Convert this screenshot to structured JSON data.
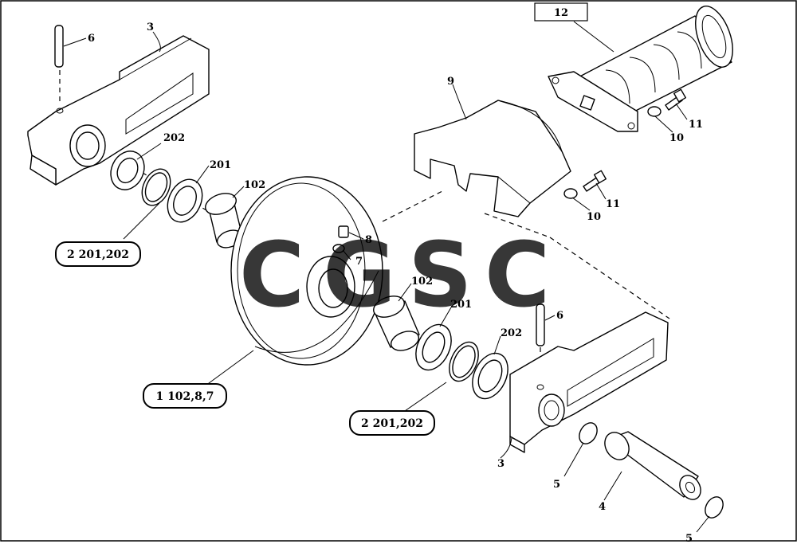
{
  "callouts": {
    "c6_top": "6",
    "c3_top": "3",
    "c202_top": "202",
    "c201_top": "201",
    "c102_top": "102",
    "c9": "9",
    "c12": "12",
    "c11_top": "11",
    "c10_top": "10",
    "c11_mid": "11",
    "c10_mid": "10",
    "c8": "8",
    "c7": "7",
    "c102_mid": "102",
    "c201_mid": "201",
    "c202_mid": "202",
    "c6_mid": "6",
    "c3_bot": "3",
    "c5_mid": "5",
    "c4": "4",
    "c5_bot": "5"
  },
  "boxes": {
    "kit_left": "2 201,202",
    "idler": "1 102,8,7",
    "kit_right": "2 201,202"
  },
  "watermark": {
    "letters": [
      "C",
      "G",
      "S",
      "C"
    ],
    "colors": [
      "#4f86ec",
      "#e8584c",
      "#f5c842",
      "#3aa86b"
    ]
  }
}
